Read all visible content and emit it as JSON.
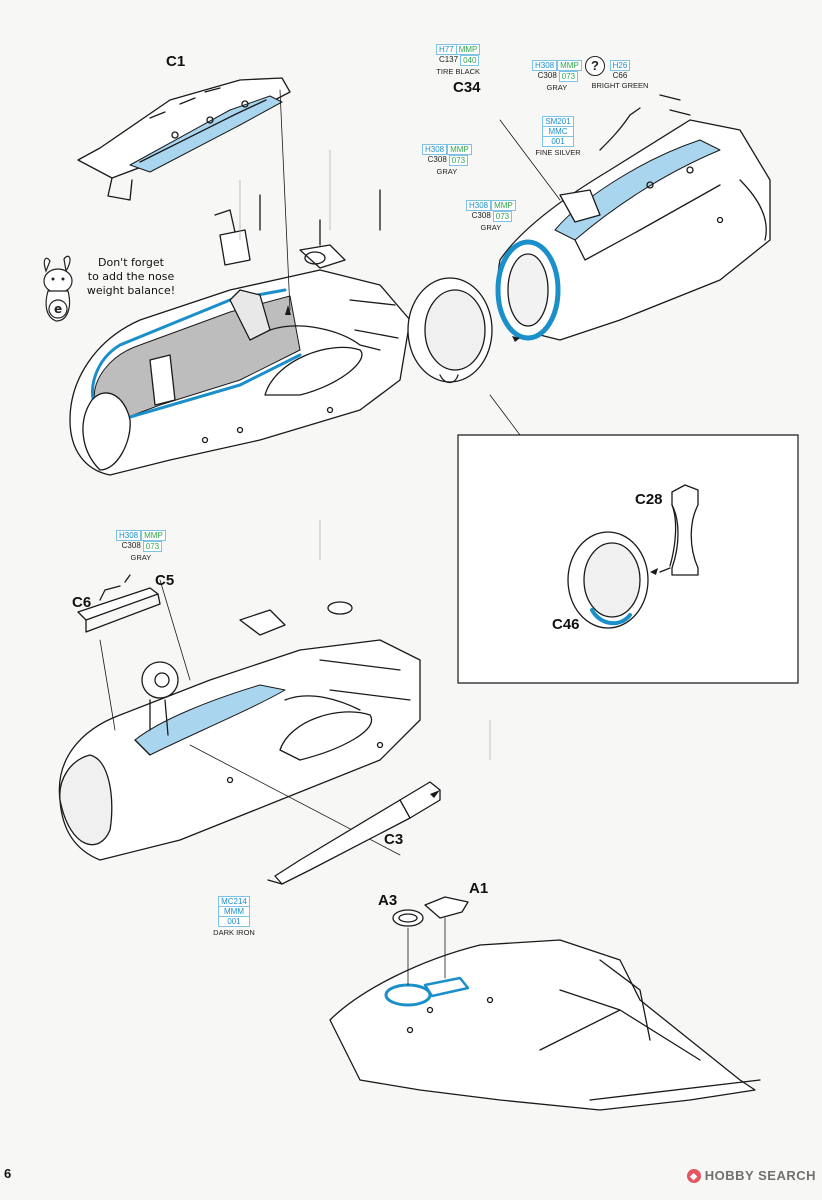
{
  "page_number": "6",
  "watermark": "HOBBY SEARCH",
  "parts": {
    "c1": "C1",
    "c34": "C34",
    "c28": "C28",
    "c46": "C46",
    "c6": "C6",
    "c5": "C5",
    "c3": "C3",
    "a3": "A3",
    "a1": "A1"
  },
  "mascot_note": {
    "line1": "Don't forget",
    "line2": "to add the nose",
    "line3": "weight balance!"
  },
  "paints": {
    "tire_black": {
      "h": "H77",
      "mmp": "MMP",
      "c": "C137",
      "num": "040",
      "name": "TIRE BLACK"
    },
    "gray_top": {
      "h": "H308",
      "mmp": "MMP",
      "c": "C308",
      "num": "073",
      "name": "GRAY"
    },
    "unknown": {
      "mark": "?"
    },
    "bright_green": {
      "h": "H26",
      "c": "C66",
      "name": "BRIGHT GREEN"
    },
    "fine_silver": {
      "sm": "SM201",
      "mmc": "MMC",
      "num": "001",
      "name": "FINE SILVER"
    },
    "gray_left": {
      "h": "H308",
      "mmp": "MMP",
      "c": "C308",
      "num": "073",
      "name": "GRAY"
    },
    "gray_mid": {
      "h": "H308",
      "mmp": "MMP",
      "c": "C308",
      "num": "073",
      "name": "GRAY"
    },
    "gray_c5": {
      "h": "H308",
      "mmp": "MMP",
      "c": "C308",
      "num": "073",
      "name": "GRAY"
    },
    "dark_iron": {
      "mc": "MC214",
      "mmm": "MMM",
      "num": "001",
      "name": "DARK IRON"
    }
  },
  "colors": {
    "line": "#1a1a1a",
    "paint_blue": "#1a8fc9",
    "paint_green": "#2ea84a",
    "highlight_blue": "#a9d6ee",
    "cockpit_gray": "#bdbdbd"
  }
}
